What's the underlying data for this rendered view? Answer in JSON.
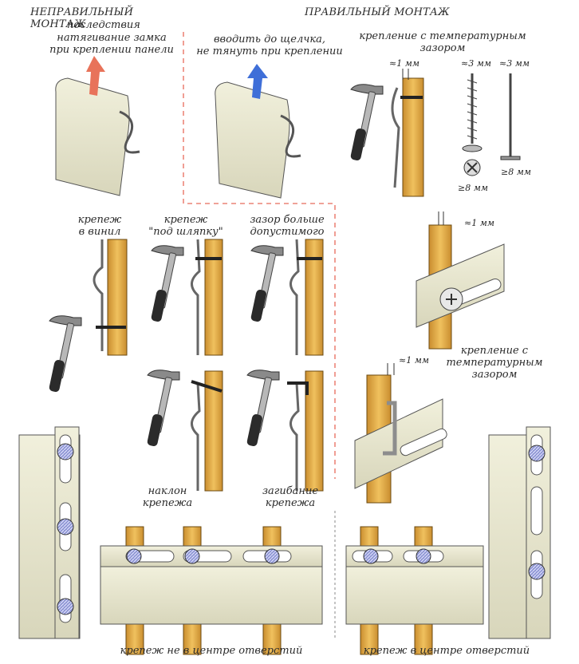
{
  "headers": {
    "wrong": "НЕПРАВИЛЬНЫЙ МОНТАЖ",
    "wrong_sub": "последствия",
    "right": "ПРАВИЛЬНЫЙ МОНТАЖ"
  },
  "labels": {
    "pull_lock": "натягивание замка\nпри креплении панели",
    "till_click": "вводить до щелчка,\nне тянуть при креплении",
    "temp_gap_top": "крепление с температурным\nзазором",
    "fastener_vinyl": "крепеж\nв винил",
    "fastener_hat": "крепеж\n\"под шляпку\"",
    "gap_over": "зазор больше\nдопустимого",
    "temp_gap_mid": "крепление с\nтемпературным\nзазором",
    "tilt": "наклон\nкрепежа",
    "bend": "загибание\nкрепежа",
    "not_center": "крепеж не в центре отверстий",
    "center": "крепеж в центре отверстий"
  },
  "dims": {
    "gap_1mm": "≈1 мм",
    "gap_3mm": "≈3 мм",
    "len_8mm": "≥8 мм"
  },
  "colors": {
    "arrow_wrong": "#e8735a",
    "arrow_right": "#3f6fd8",
    "wood": "#d9a54a",
    "panel": "#e9e7cf",
    "divider": "#e86a5a",
    "screw": "#7f86c8"
  }
}
